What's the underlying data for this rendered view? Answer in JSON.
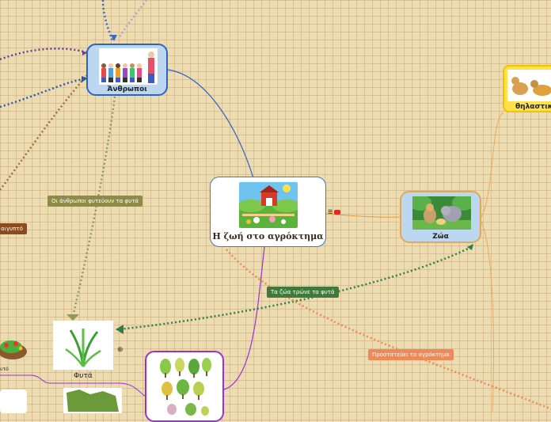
{
  "mindmap": {
    "central": {
      "title": "Η ζωή στο αγρόκτημα"
    },
    "people": {
      "title": "Άνθρωποι"
    },
    "animals": {
      "title": "Ζώα"
    },
    "mammals": {
      "title": "θηλαστικ"
    },
    "plants": {
      "title": "Φυτά"
    }
  },
  "relations": {
    "people_plant": "Οι άνθρωποι φυτεύουν τα φυτά",
    "animals_eat": "Τα ζώα τρώνε τα φυτά",
    "protect": "Προστατεύει το αγρόκτημα",
    "left_cut": "αιγυπτό"
  },
  "edge_text": "υτό",
  "colors": {
    "central_border": "#3a78c8",
    "people_border": "#2f63c8",
    "animals_border": "#e0a85c",
    "trees_border": "#9b30d8",
    "mammals_fill": "#ffe14a"
  }
}
